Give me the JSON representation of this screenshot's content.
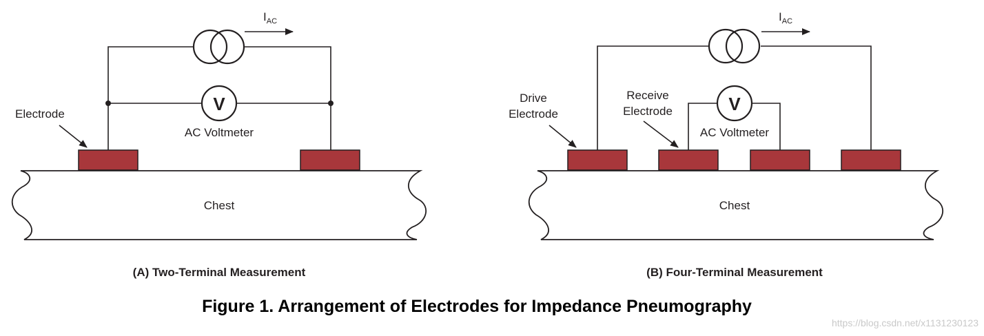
{
  "colors": {
    "electrode": "#a8373b",
    "electrode_border": "#231f20",
    "line": "#231f20",
    "watermark": "#c9c9c9"
  },
  "panel_a": {
    "current_label": "I",
    "current_subscript": "AC",
    "voltmeter_symbol": "V",
    "voltmeter_label": "AC Voltmeter",
    "electrode_label": "Electrode",
    "chest_label": "Chest",
    "caption": "(A) Two-Terminal Measurement"
  },
  "panel_b": {
    "current_label": "I",
    "current_subscript": "AC",
    "voltmeter_symbol": "V",
    "voltmeter_label": "AC Voltmeter",
    "drive_label_line1": "Drive",
    "drive_label_line2": "Electrode",
    "receive_label_line1": "Receive",
    "receive_label_line2": "Electrode",
    "chest_label": "Chest",
    "caption": "(B) Four-Terminal Measurement"
  },
  "figure_title": "Figure 1. Arrangement of Electrodes for Impedance Pneumography",
  "watermark": "https://blog.csdn.net/x1131230123"
}
